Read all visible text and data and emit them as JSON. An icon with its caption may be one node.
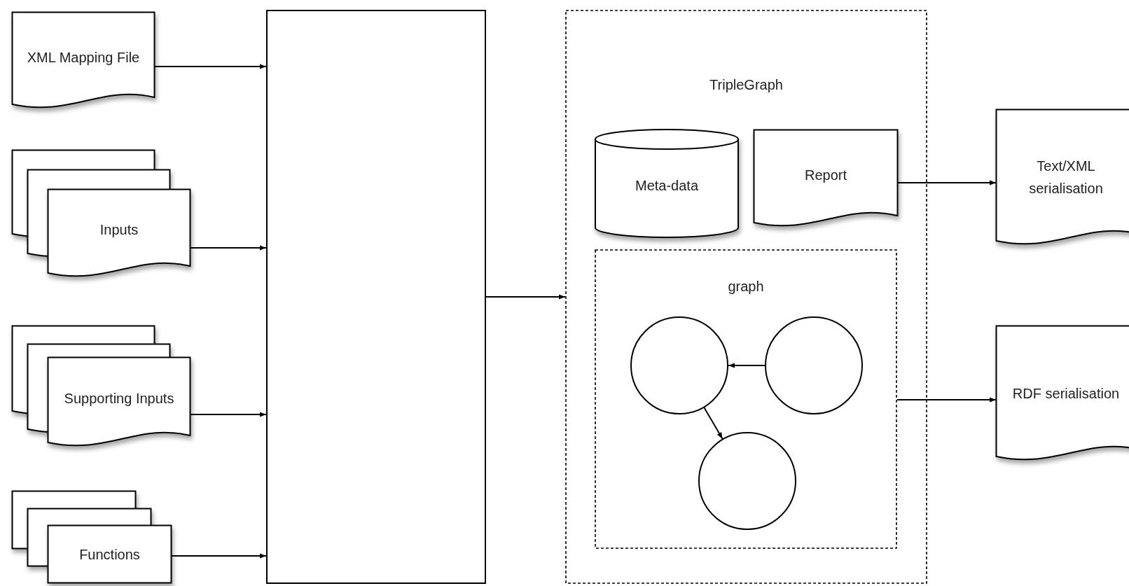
{
  "diagram": {
    "nodes": [
      {
        "text": [
          "XML Mapping File"
        ]
      },
      {
        "text": [
          "Inputs"
        ]
      },
      {
        "text": [
          "Supporting Inputs"
        ]
      },
      {
        "text": [
          "Functions"
        ]
      },
      {
        "text": [],
        "shape": "box"
      },
      {
        "text": [
          "TripleGraph"
        ]
      },
      {
        "text": [
          "Meta-data"
        ],
        "in": 5
      },
      {
        "text": [
          "Report"
        ],
        "in": 5
      },
      {
        "text": [
          "graph"
        ],
        "in": 5
      },
      {
        "text": [],
        "shape": "circle",
        "in": 8
      },
      {
        "text": [],
        "shape": "circle",
        "in": 8
      },
      {
        "text": [],
        "shape": "circle",
        "in": 8
      },
      {
        "text": [
          "Text/XML serialisation"
        ]
      },
      {
        "text": [
          "RDF serialisation"
        ]
      }
    ],
    "edges": [
      {
        "from": 0,
        "to": 4,
        "arrow": "to"
      },
      {
        "from": 1,
        "to": 4,
        "arrow": "to"
      },
      {
        "from": 2,
        "to": 4,
        "arrow": "to"
      },
      {
        "from": 3,
        "to": 4,
        "arrow": "to"
      },
      {
        "from": 4,
        "to": 5,
        "arrow": "to"
      },
      {
        "from": 7,
        "to": 12,
        "arrow": "to"
      },
      {
        "from": 8,
        "to": 13,
        "arrow": "to"
      },
      {
        "from": 10,
        "to": 9,
        "arrow": "to"
      },
      {
        "from": 9,
        "to": 11,
        "arrow": "to"
      }
    ]
  }
}
